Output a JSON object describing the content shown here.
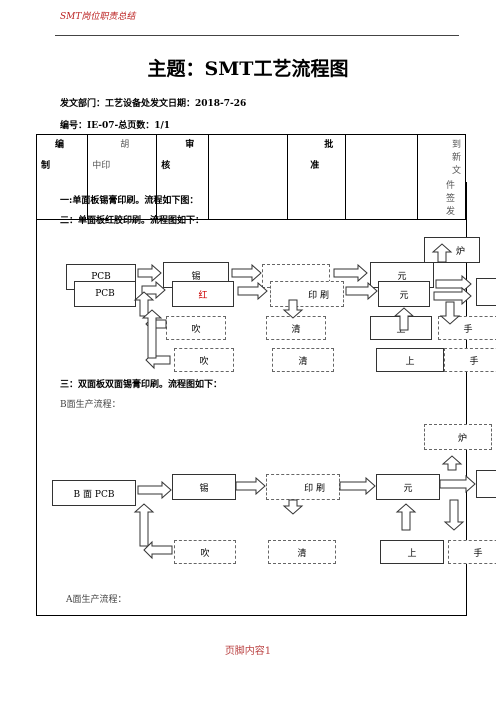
{
  "header": {
    "running_title": "SMT岗位职责总结"
  },
  "doc": {
    "title": "主题：SMT工艺流程图",
    "dept_line": "发文部门：工艺设备处发文日期：2018-7-26",
    "number_line": "编号：IE-07-总页数：1/1"
  },
  "form": {
    "c1a": "编",
    "c1b": "制",
    "c2a": "胡",
    "c2b": "中印",
    "c3a": "审",
    "c3b": "核",
    "c5a": "批",
    "c5b": "准",
    "c7a": "到新文",
    "c7b": "件签发"
  },
  "sections": {
    "s1": "一:单面板锡膏印刷。流程如下图：",
    "s2": "二：单面板红胶印刷。流程图如下：",
    "s3": "三：双面板双面锡膏印刷。流程图如下：",
    "b_side": "B面生产流程：",
    "a_side": "A面生产流程："
  },
  "flow1": {
    "back_pcb": "PCB",
    "back_xi": "锡",
    "back_yuan": "元",
    "back_lu": "炉",
    "pcb": "PCB",
    "hong": "红",
    "print": "印 刷",
    "yuan": "元",
    "blow_back": "吹",
    "clean_back": "清",
    "shang_back": "上",
    "hand_back": "手",
    "blow": "吹",
    "clean": "清",
    "shang": "上",
    "hand": "手"
  },
  "flow2": {
    "lu": "炉",
    "pcb": "B 面 PCB",
    "xi": "锡",
    "print": "印 刷",
    "yuan": "元",
    "blow": "吹",
    "clean": "清",
    "shang": "上",
    "hand": "手"
  },
  "footer": {
    "text": "页脚内容1"
  }
}
